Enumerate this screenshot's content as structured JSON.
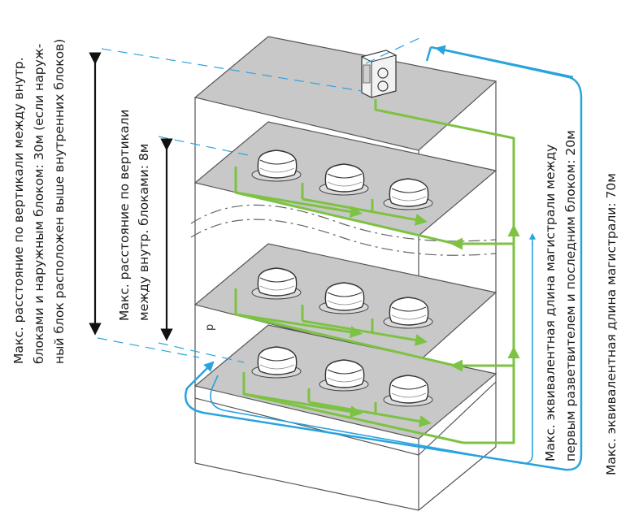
{
  "diagram": {
    "labels": {
      "outdoor_indoor_vertical": [
        "Макс. расстояние по вертикали между внутр.",
        "блоками и наружным блоком: 30м (если наруж-",
        "ный блок расположен выше внутренних блоков)"
      ],
      "indoor_indoor_vertical": [
        "Макс. расстояние по вертикали",
        "между внутр. блоками: 8м"
      ],
      "first_branch_to_last": [
        "Макс. эквивалентная длина магистрали между",
        "первым разветвителем и последним блоком: 20м"
      ],
      "max_equivalent_length": [
        "Макс. эквивалентная длина магистрали: 70м"
      ],
      "branch_marker": "p"
    },
    "colors": {
      "pipe": "#7dc242",
      "measure": "#29a3dd",
      "arrow": "#111111",
      "slab": "#c8c8c8",
      "building_line": "#555555"
    },
    "icons": {
      "outdoor_unit": "outdoor-unit-icon",
      "indoor_unit": "cassette-unit-icon"
    }
  }
}
